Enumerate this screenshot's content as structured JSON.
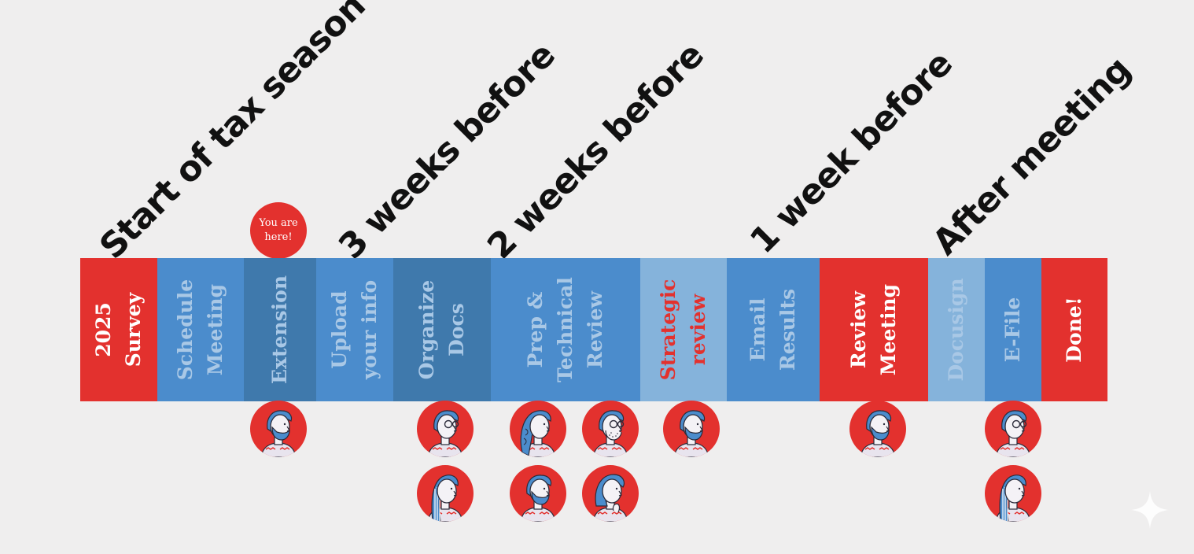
{
  "colors": {
    "background": "#efeeee",
    "red": "#e3312e",
    "blue": "#4b8ccc",
    "blue_dark": "#3f79ac",
    "blue_light": "#85b3db",
    "text_light_blue": "#a9c8e6",
    "white": "#ffffff",
    "black": "#111111"
  },
  "phases": [
    {
      "label": "Start of tax season"
    },
    {
      "label": "3 weeks before"
    },
    {
      "label": "2 weeks before"
    },
    {
      "label": "1 week before"
    },
    {
      "label": "After meeting"
    }
  ],
  "marker": {
    "line1": "You are",
    "line2": "here!"
  },
  "steps": [
    {
      "line1": "2025",
      "line2": "Survey",
      "bg": "red",
      "text": "white"
    },
    {
      "line1": "Schedule",
      "line2": "Meeting",
      "bg": "blue",
      "text": "text_light_blue"
    },
    {
      "line1": "Extension",
      "line2": "",
      "bg": "blue_dark",
      "text": "text_light_blue"
    },
    {
      "line1": "Upload",
      "line2": "your info",
      "bg": "blue",
      "text": "text_light_blue"
    },
    {
      "line1": "Organize",
      "line2": "Docs",
      "bg": "blue_dark",
      "text": "text_light_blue"
    },
    {
      "line1": "Prep &",
      "line2": "Technical",
      "line3": "Review",
      "bg": "blue",
      "text": "text_light_blue"
    },
    {
      "line1": "Strategic",
      "line2": "review",
      "bg": "blue_light",
      "text": "red"
    },
    {
      "line1": "Email",
      "line2": "Results",
      "bg": "blue",
      "text": "text_light_blue"
    },
    {
      "line1": "Review",
      "line2": "Meeting",
      "bg": "red",
      "text": "white"
    },
    {
      "line1": "Docusign",
      "line2": "",
      "bg": "blue_light",
      "text": "text_light_blue"
    },
    {
      "line1": "E-File",
      "line2": "",
      "bg": "blue",
      "text": "text_light_blue"
    },
    {
      "line1": "Done!",
      "line2": "",
      "bg": "red",
      "text": "white"
    }
  ],
  "avatars": [
    {
      "icon": "bearded-man-avatar-icon",
      "step": "Extension"
    },
    {
      "icon": "glasses-man-avatar-icon",
      "step": "Organize Docs"
    },
    {
      "icon": "long-hair-woman-avatar-icon",
      "step": "Organize Docs"
    },
    {
      "icon": "curly-hair-woman-avatar-icon",
      "step": "Prep & Technical Review"
    },
    {
      "icon": "glasses-bearded-man-avatar-icon",
      "step": "Prep & Technical Review"
    },
    {
      "icon": "bearded-man-avatar-icon",
      "step": "Prep & Technical Review"
    },
    {
      "icon": "bob-hair-woman-avatar-icon",
      "step": "Prep & Technical Review"
    },
    {
      "icon": "bearded-man-avatar-icon",
      "step": "Strategic review"
    },
    {
      "icon": "bearded-man-avatar-icon",
      "step": "Review Meeting"
    },
    {
      "icon": "glasses-man-avatar-icon",
      "step": "E-File"
    },
    {
      "icon": "long-hair-woman-avatar-icon",
      "step": "E-File"
    }
  ]
}
